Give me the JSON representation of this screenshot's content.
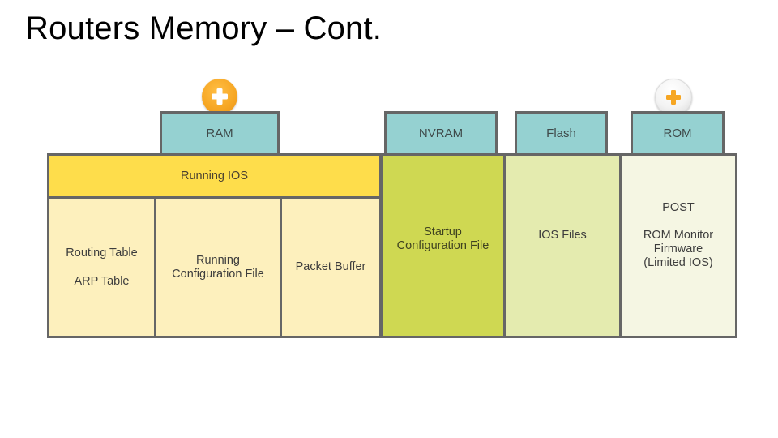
{
  "title": "Routers Memory – Cont.",
  "colors": {
    "tab_fill": "#95d1d1",
    "border": "#666666",
    "running_ios": "#fedd4b",
    "ram_cells": "#fdf0bd",
    "nvram": "#cfd852",
    "flash": "#e4ebaf",
    "rom": "#f5f6e3",
    "orange_button": "#f6a623"
  },
  "diagram": {
    "memory_types": [
      {
        "id": "ram",
        "label": "RAM",
        "expand_icon": "plus-icon",
        "icon_style": "orange-active"
      },
      {
        "id": "nvram",
        "label": "NVRAM"
      },
      {
        "id": "flash",
        "label": "Flash"
      },
      {
        "id": "rom",
        "label": "ROM",
        "expand_icon": "plus-icon",
        "icon_style": "white-inactive"
      }
    ],
    "ram": {
      "running_ios": "Running IOS",
      "cells": [
        {
          "lines": [
            "Routing Table",
            "ARP Table"
          ]
        },
        {
          "lines": [
            "Running",
            "Configuration File"
          ]
        },
        {
          "lines": [
            "Packet Buffer"
          ]
        }
      ]
    },
    "nvram": {
      "lines": [
        "Startup",
        "Configuration File"
      ]
    },
    "flash": {
      "lines": [
        "IOS Files"
      ]
    },
    "rom": {
      "lines": [
        "POST",
        "ROM Monitor",
        "Firmware",
        "(Limited IOS)"
      ]
    }
  }
}
